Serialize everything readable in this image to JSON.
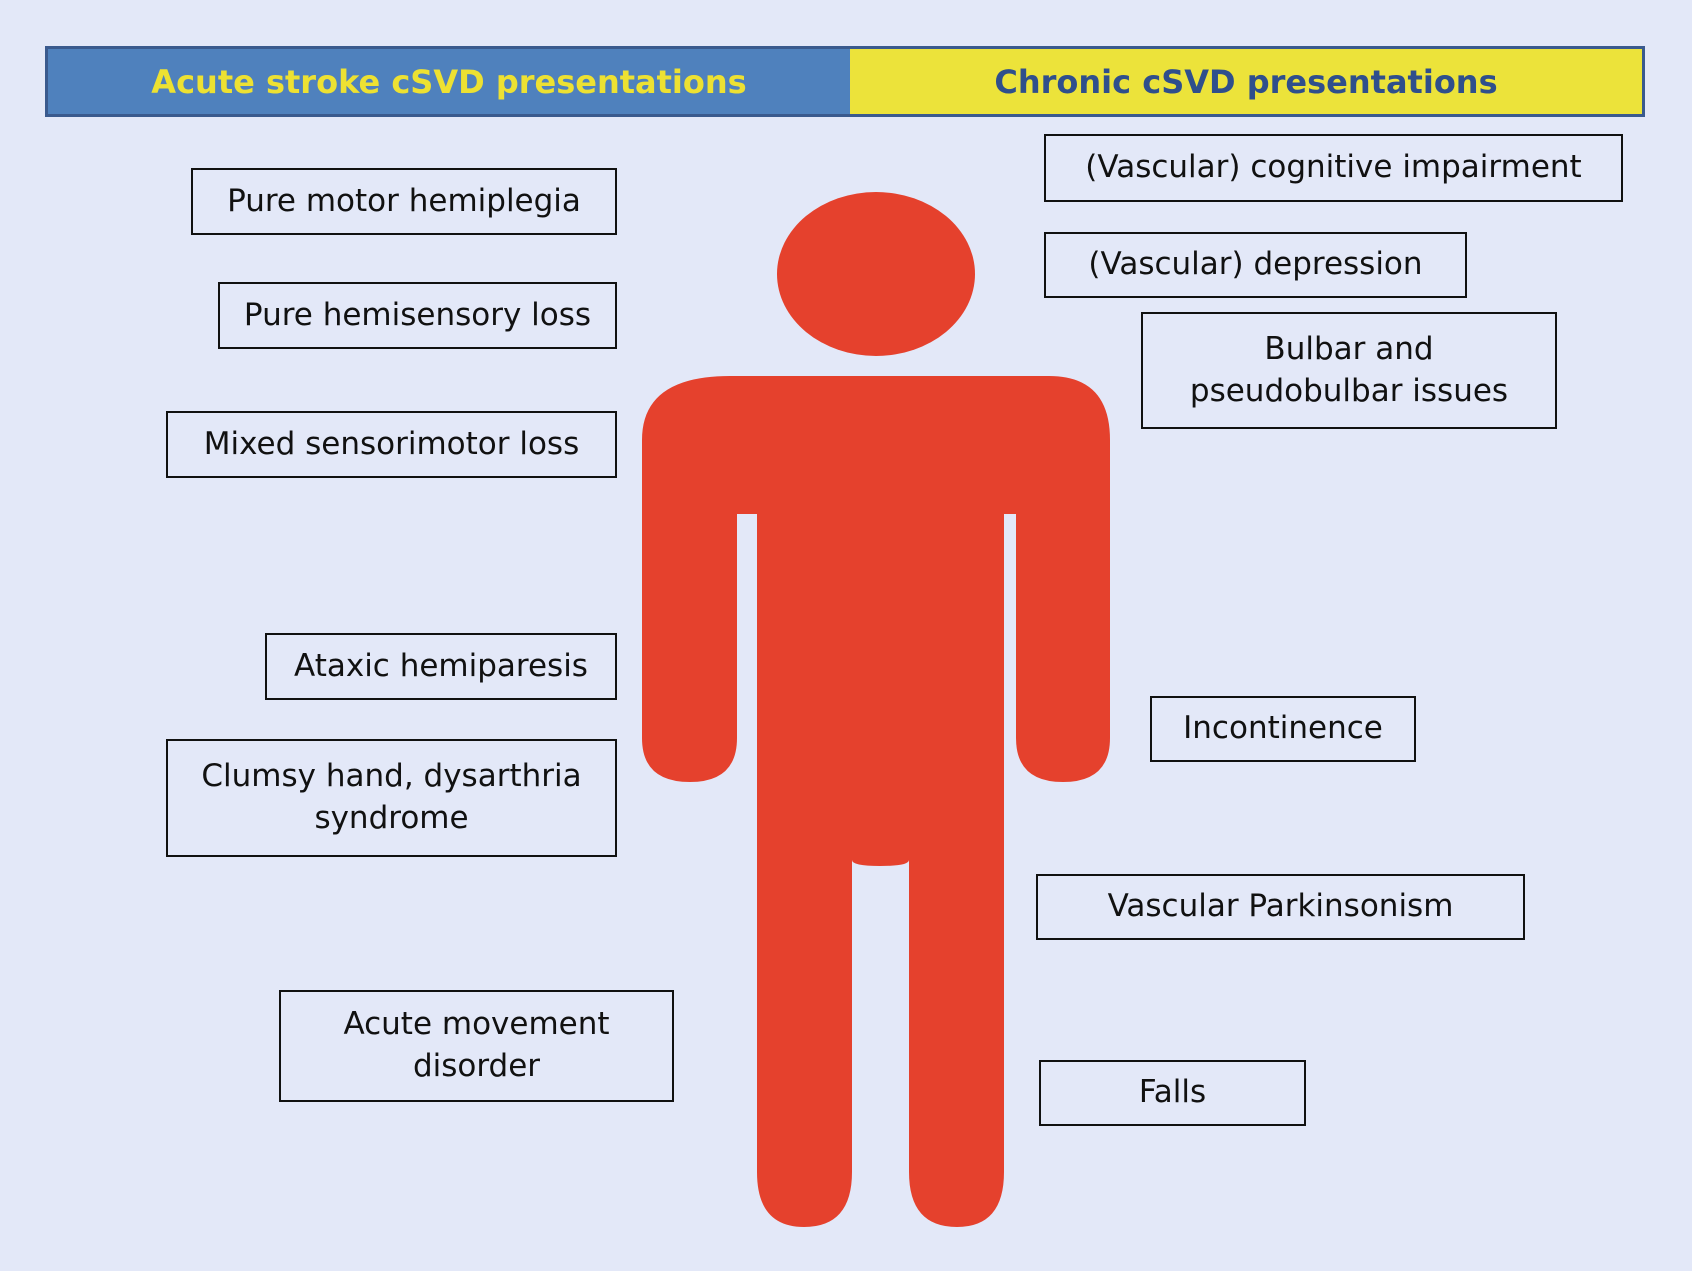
{
  "colors": {
    "background": "#e3e8f8",
    "acute_header_bg": "#4f81bd",
    "acute_header_text": "#ede132",
    "chronic_header_bg": "#ece33a",
    "chronic_header_text": "#2f4f8c",
    "figure": "#e5412d",
    "box_border": "#111111"
  },
  "header": {
    "acute_title": "Acute stroke cSVD presentations",
    "chronic_title": "Chronic cSVD presentations"
  },
  "figure": {
    "icon": "person-figure-icon"
  },
  "acute": [
    "Pure motor hemiplegia",
    "Pure hemisensory loss",
    "Mixed sensorimotor loss",
    "Ataxic hemiparesis",
    "Clumsy hand, dysarthria\nsyndrome",
    "Acute movement\ndisorder"
  ],
  "chronic": [
    "(Vascular) cognitive impairment",
    "(Vascular) depression",
    "Bulbar and\npseudobulbar issues",
    "Incontinence",
    "Vascular Parkinsonism",
    "Falls"
  ]
}
